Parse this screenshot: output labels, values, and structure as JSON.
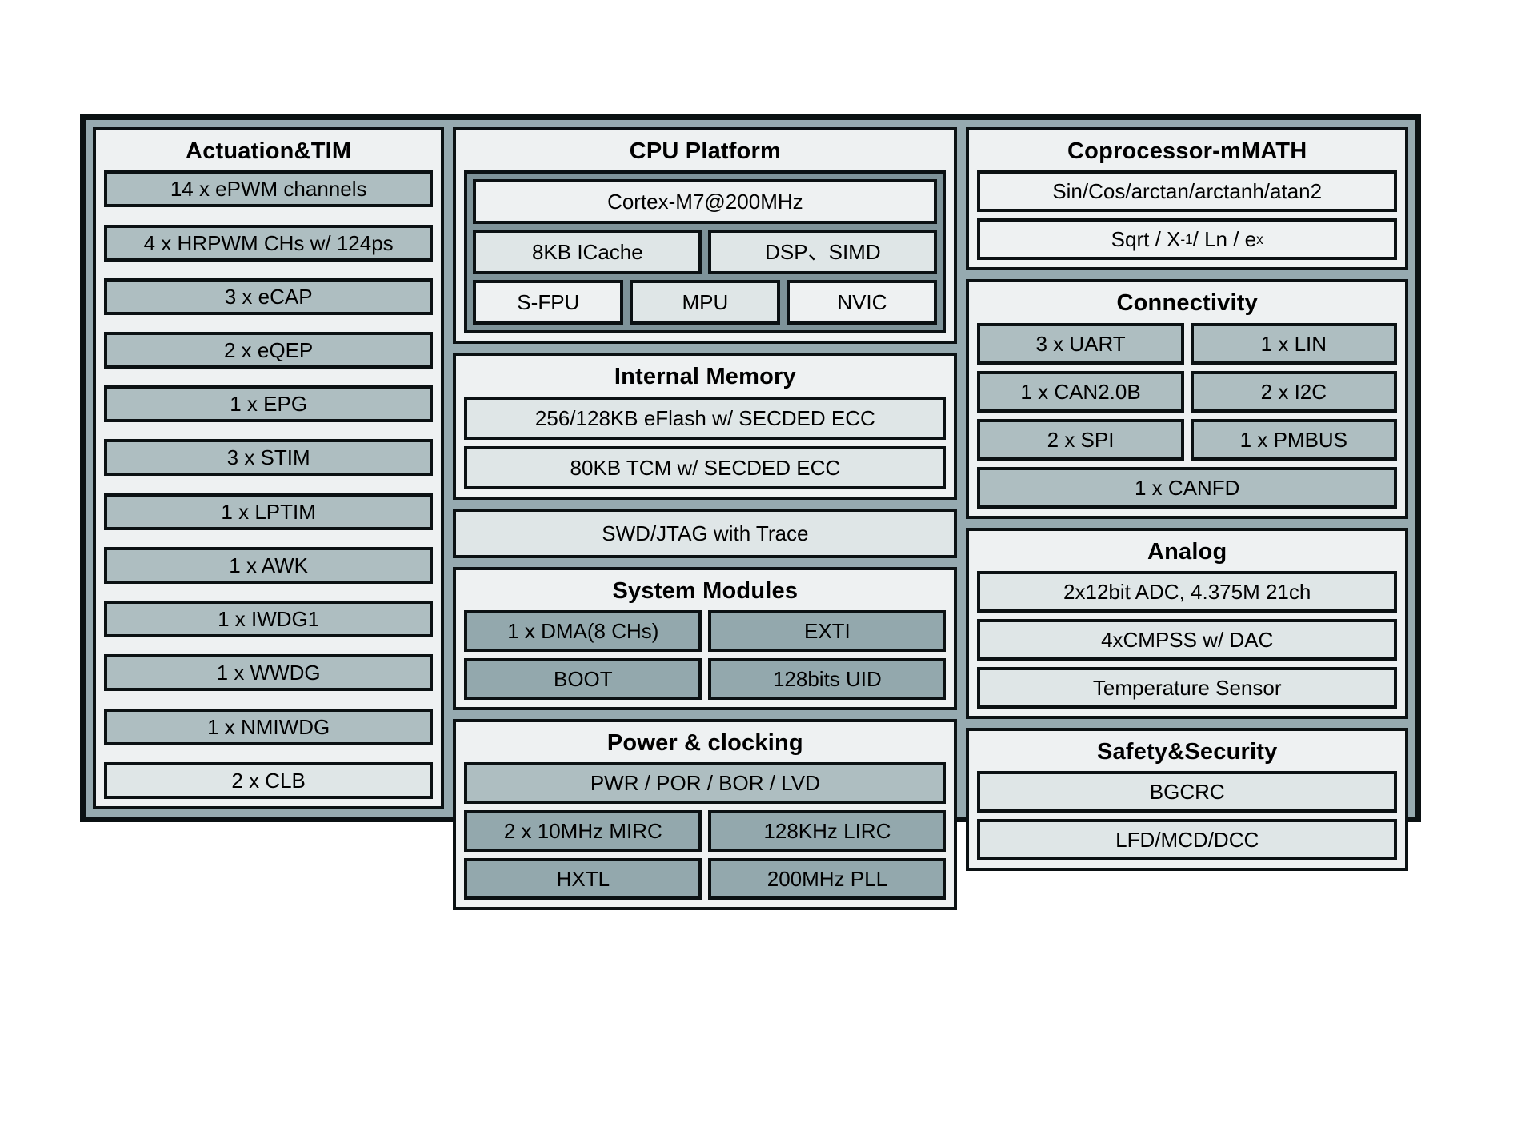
{
  "diagram": {
    "title": "MCU block diagram",
    "colors": {
      "frame_fill": "#96aab0",
      "panel_fill": "#eef1f2",
      "cell_mid": "#aebec1",
      "cell_dark": "#93a8ad",
      "cell_pale": "#dfe6e7",
      "border": "#0b1113",
      "cpu_core_frame": "#7e9399"
    }
  },
  "left_column": {
    "actuation": {
      "title": "Actuation&TIM",
      "items": [
        {
          "label": "14 x ePWM channels",
          "shade": "mid"
        },
        {
          "label": "4 x HRPWM CHs w/ 124ps",
          "shade": "mid"
        },
        {
          "label": "3 x eCAP",
          "shade": "mid"
        },
        {
          "label": "2 x eQEP",
          "shade": "mid"
        },
        {
          "label": "1 x EPG",
          "shade": "mid"
        },
        {
          "label": "3 x STIM",
          "shade": "mid"
        },
        {
          "label": "1 x LPTIM",
          "shade": "mid"
        },
        {
          "label": "1 x AWK",
          "shade": "mid"
        },
        {
          "label": "1 x IWDG1",
          "shade": "mid"
        },
        {
          "label": "1 x WWDG",
          "shade": "mid"
        },
        {
          "label": "1 x NMIWDG",
          "shade": "mid"
        },
        {
          "label": "2 x CLB",
          "shade": "pale"
        }
      ]
    }
  },
  "center_column": {
    "cpu_platform": {
      "title": "CPU Platform",
      "core": {
        "label": "Cortex-M7@200MHz",
        "shade": "light"
      },
      "row_two": [
        {
          "label": "8KB ICache",
          "shade": "pale"
        },
        {
          "label": "DSP、SIMD",
          "shade": "pale"
        }
      ],
      "row_three": [
        {
          "label": "S-FPU",
          "shade": "light"
        },
        {
          "label": "MPU",
          "shade": "pale"
        },
        {
          "label": "NVIC",
          "shade": "light"
        }
      ]
    },
    "internal_memory": {
      "title": "Internal Memory",
      "items": [
        {
          "label": "256/128KB eFlash w/ SECDED ECC",
          "shade": "pale"
        },
        {
          "label": "80KB TCM w/ SECDED ECC",
          "shade": "pale"
        }
      ]
    },
    "debug": {
      "label": "SWD/JTAG with Trace",
      "shade": "pale"
    },
    "system_modules": {
      "title": "System Modules",
      "row_one": [
        {
          "label": "1 x DMA(8 CHs)",
          "shade": "dark"
        },
        {
          "label": "EXTI",
          "shade": "dark"
        }
      ],
      "row_two": [
        {
          "label": "BOOT",
          "shade": "dark"
        },
        {
          "label": "128bits UID",
          "shade": "dark"
        }
      ]
    },
    "power_clocking": {
      "title": "Power & clocking",
      "wide": {
        "label": "PWR / POR / BOR / LVD",
        "shade": "mid"
      },
      "row_one": [
        {
          "label": "2 x 10MHz MIRC",
          "shade": "dark"
        },
        {
          "label": "128KHz LIRC",
          "shade": "dark"
        }
      ],
      "row_two": [
        {
          "label": "HXTL",
          "shade": "dark"
        },
        {
          "label": "200MHz PLL",
          "shade": "dark"
        }
      ]
    }
  },
  "right_column": {
    "coprocessor": {
      "title": "Coprocessor-mMATH",
      "items": [
        {
          "label": "Sin/Cos/arctan/arctanh/atan2",
          "shade": "light"
        }
      ],
      "formula": {
        "prefix": "Sqrt / X",
        "sup1": "-1",
        "middle": " / Ln / e",
        "sup2": "x",
        "shade": "light"
      }
    },
    "connectivity": {
      "title": "Connectivity",
      "row_one": [
        {
          "label": "3 x UART",
          "shade": "mid"
        },
        {
          "label": "1 x LIN",
          "shade": "mid"
        }
      ],
      "row_two": [
        {
          "label": "1 x CAN2.0B",
          "shade": "mid"
        },
        {
          "label": "2 x I2C",
          "shade": "mid"
        }
      ],
      "row_three": [
        {
          "label": "2 x SPI",
          "shade": "mid"
        },
        {
          "label": "1 x PMBUS",
          "shade": "mid"
        }
      ],
      "wide": {
        "label": "1 x CANFD",
        "shade": "mid"
      }
    },
    "analog": {
      "title": "Analog",
      "items": [
        {
          "label": "2x12bit ADC, 4.375M 21ch",
          "shade": "pale"
        },
        {
          "label": "4xCMPSS w/ DAC",
          "shade": "pale"
        },
        {
          "label": "Temperature Sensor",
          "shade": "pale"
        }
      ]
    },
    "safety": {
      "title": "Safety&Security",
      "items": [
        {
          "label": "BGCRC",
          "shade": "pale"
        },
        {
          "label": "LFD/MCD/DCC",
          "shade": "pale"
        }
      ]
    }
  }
}
